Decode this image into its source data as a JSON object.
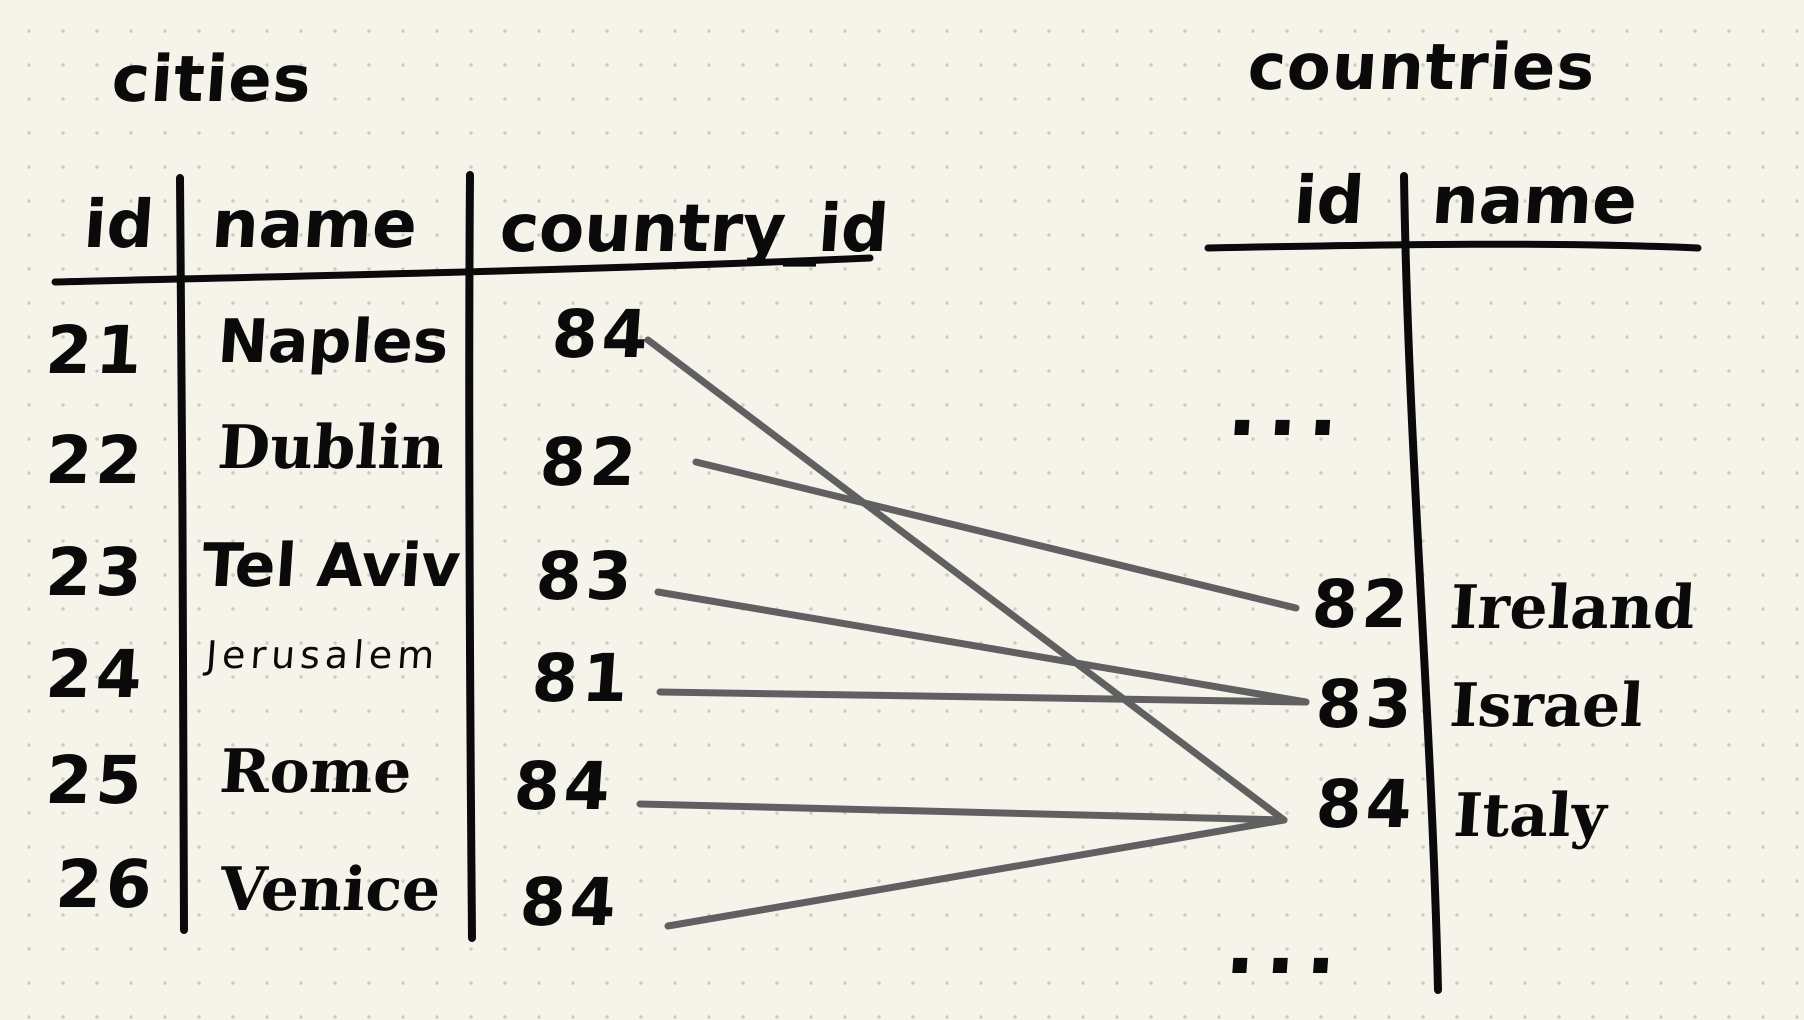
{
  "cities": {
    "title": "cities",
    "headers": {
      "id": "id",
      "name": "name",
      "country_id": "country_id"
    },
    "rows": [
      {
        "id": "21",
        "name": "Naples",
        "country_id": "84"
      },
      {
        "id": "22",
        "name": "Dublin",
        "country_id": "82"
      },
      {
        "id": "23",
        "name": "Tel Aviv",
        "country_id": "83"
      },
      {
        "id": "24",
        "name": "Jerusalem",
        "country_id": "81"
      },
      {
        "id": "25",
        "name": "Rome",
        "country_id": "84"
      },
      {
        "id": "26",
        "name": "Venice",
        "country_id": "84"
      }
    ]
  },
  "countries": {
    "title": "countries",
    "headers": {
      "id": "id",
      "name": "name"
    },
    "ellipsis_top": "...",
    "rows": [
      {
        "id": "82",
        "name": "Ireland"
      },
      {
        "id": "83",
        "name": "Israel"
      },
      {
        "id": "84",
        "name": "Italy"
      }
    ],
    "ellipsis_bottom": "..."
  },
  "colors": {
    "ink": "#0a0a0a",
    "connector": "#606060",
    "paper": "#f6f4ea",
    "grid_dot": "#cfcdc1"
  }
}
